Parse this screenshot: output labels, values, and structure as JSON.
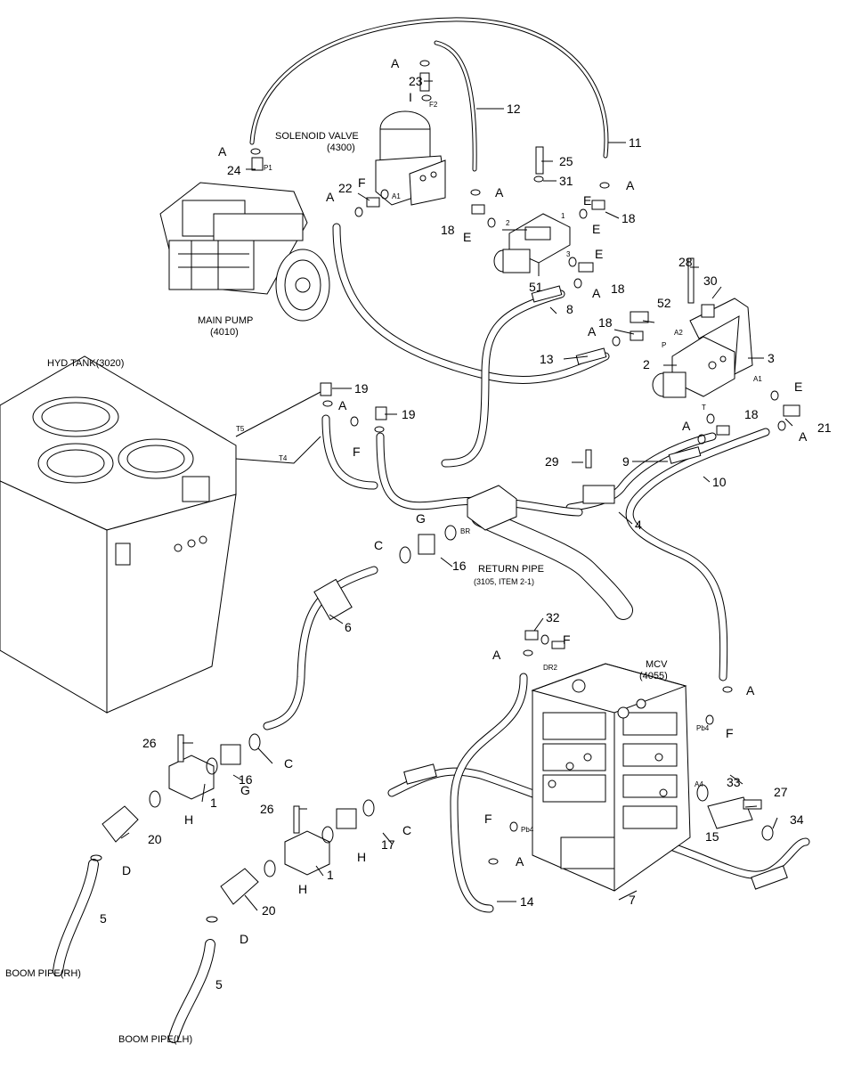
{
  "diagram": {
    "headings": {
      "solenoid_valve": "SOLENOID VALVE",
      "solenoid_valve_no": "(4300)",
      "main_pump": "MAIN PUMP",
      "main_pump_no": "(4010)",
      "hyd_tank": "HYD TANK(3020)",
      "return_pipe": "RETURN PIPE",
      "return_pipe_no": "(3105, ITEM 2-1)",
      "mcv": "MCV",
      "mcv_no": "(4055)",
      "boom_pipe_rh": "BOOM PIPE(RH)",
      "boom_pipe_lh": "BOOM PIPE(LH)"
    },
    "port_labels": {
      "p1": "P1",
      "f2": "F2",
      "a1_valve": "A1",
      "port1": "1",
      "port2": "2",
      "port3": "3",
      "a2": "A2",
      "p": "P",
      "a1": "A1",
      "t": "T",
      "t5": "T5",
      "t4": "T4",
      "br": "BR",
      "dr2": "DR2",
      "pb4_r": "Pb4",
      "pb4_l": "Pb4",
      "a4": "A4"
    },
    "callouts": {
      "n11": "11",
      "n12": "12",
      "n23": "23",
      "n24": "24",
      "n22": "22",
      "n25": "25",
      "n31": "31",
      "n18a": "18",
      "n18b": "18",
      "n18c": "18",
      "n18d": "18",
      "n18e": "18",
      "n51": "51",
      "n28": "28",
      "n30": "30",
      "n52": "52",
      "n8": "8",
      "n3": "3",
      "n2": "2",
      "n13": "13",
      "n19a": "19",
      "n19b": "19",
      "n21": "21",
      "n29": "29",
      "n9": "9",
      "n10": "10",
      "n4": "4",
      "n16a": "16",
      "n16b": "16",
      "n6": "6",
      "n32": "32",
      "n26a": "26",
      "n26b": "26",
      "n1a": "1",
      "n1b": "1",
      "n20a": "20",
      "n20b": "20",
      "n5a": "5",
      "n5b": "5",
      "n17": "17",
      "n33": "33",
      "n27": "27",
      "n15": "15",
      "n34": "34",
      "n14": "14",
      "n7": "7"
    },
    "letters": {
      "a1": "A",
      "a2": "A",
      "i1": "I",
      "f1": "F",
      "a3": "A",
      "a4": "A",
      "e1": "E",
      "e2": "E",
      "e3": "E",
      "a5": "A",
      "a6": "A",
      "e4": "E",
      "e5": "E",
      "a7": "A",
      "a8": "A",
      "a9": "A",
      "a10": "A",
      "f2": "F",
      "g1": "G",
      "c1": "C",
      "f3": "F",
      "a11": "A",
      "a12": "A",
      "f4": "F",
      "c2": "C",
      "g2": "G",
      "h1": "H",
      "d1": "D",
      "h2": "H",
      "c3": "C",
      "h3": "H",
      "d2": "D",
      "f5": "F",
      "a13": "A"
    },
    "icons": [
      "main-pump-icon",
      "solenoid-valve-icon",
      "hyd-tank-icon",
      "mcv-icon",
      "hose-icon",
      "fitting-icon",
      "o-ring-icon"
    ]
  }
}
